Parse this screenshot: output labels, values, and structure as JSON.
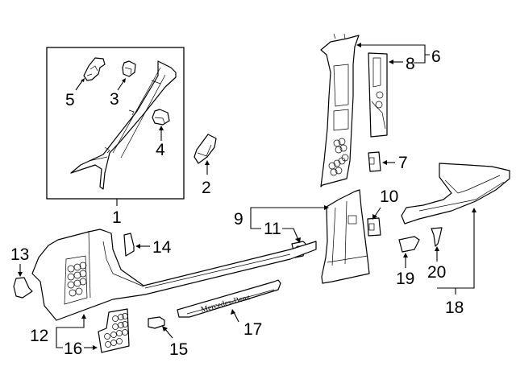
{
  "diagram": {
    "type": "exploded parts diagram",
    "subject": "Interior trim - pillars and rocker panels",
    "callouts": [
      {
        "id": "1",
        "label": "1",
        "part": "A-pillar trim assembly (boxed group)"
      },
      {
        "id": "2",
        "label": "2",
        "part": "clip"
      },
      {
        "id": "3",
        "label": "3",
        "part": "clip"
      },
      {
        "id": "4",
        "label": "4",
        "part": "clip"
      },
      {
        "id": "5",
        "label": "5",
        "part": "bracket"
      },
      {
        "id": "6",
        "label": "6",
        "part": "B-pillar upper trim assembly"
      },
      {
        "id": "7",
        "label": "7",
        "part": "clip"
      },
      {
        "id": "8",
        "label": "8",
        "part": "B-pillar trim panel insert"
      },
      {
        "id": "9",
        "label": "9",
        "part": "B-pillar lower trim assembly"
      },
      {
        "id": "10",
        "label": "10",
        "part": "clip"
      },
      {
        "id": "11",
        "label": "11",
        "part": "clip"
      },
      {
        "id": "12",
        "label": "12",
        "part": "front scuff plate / kick panel assembly"
      },
      {
        "id": "13",
        "label": "13",
        "part": "clip"
      },
      {
        "id": "14",
        "label": "14",
        "part": "clip"
      },
      {
        "id": "15",
        "label": "15",
        "part": "clip"
      },
      {
        "id": "16",
        "label": "16",
        "part": "speaker grille"
      },
      {
        "id": "17",
        "label": "17",
        "part": "sill plate"
      },
      {
        "id": "18",
        "label": "18",
        "part": "rear scuff plate assembly"
      },
      {
        "id": "19",
        "label": "19",
        "part": "clip"
      },
      {
        "id": "20",
        "label": "20",
        "part": "clip"
      }
    ],
    "sill_plate_text": "Mercedes-Benz",
    "line_color": "#000000",
    "background_color": "#ffffff"
  }
}
